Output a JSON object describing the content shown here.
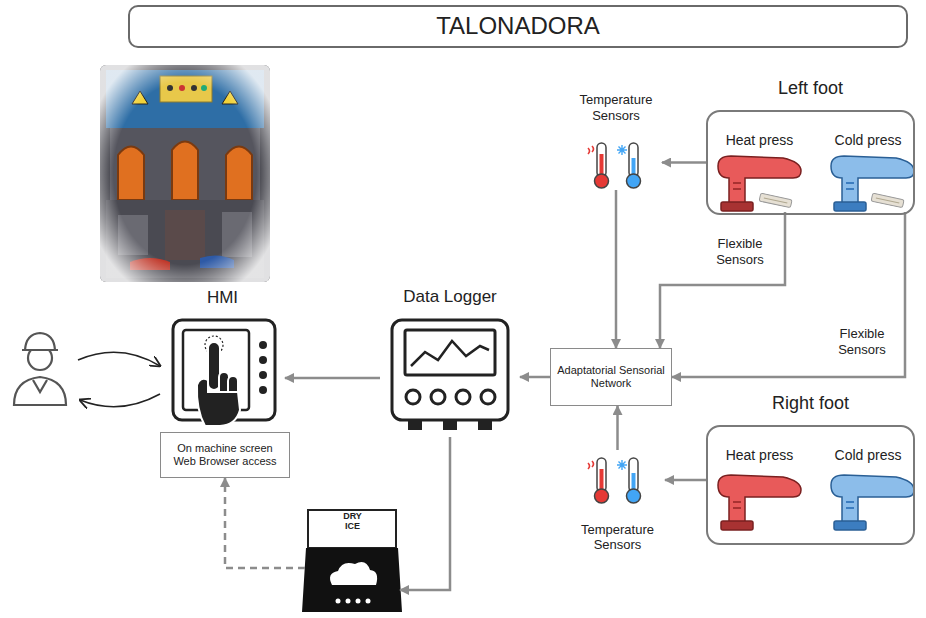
{
  "diagram": {
    "title": "TALONADORA",
    "nodes": [
      {
        "text": [
          "Left foot"
        ]
      },
      {
        "text": [
          "Heat press"
        ],
        "in": 0
      },
      {
        "text": [
          "Cold press"
        ],
        "in": 0
      },
      {
        "text": [
          "Temperature Sensors"
        ]
      },
      {
        "text": [
          "Adaptatorial Sensorial Network"
        ]
      },
      {
        "text": [
          "Data Logger"
        ]
      },
      {
        "text": [
          "HMI"
        ]
      },
      {
        "text": [
          "On machine screen Web Browser access"
        ]
      },
      {
        "text": [
          "DRY ICE"
        ]
      },
      {
        "text": [
          "Right foot"
        ]
      },
      {
        "text": [
          "Heat press"
        ],
        "in": 9
      },
      {
        "text": [
          "Cold press"
        ],
        "in": 9
      },
      {
        "text": [
          "Temperature Sensors"
        ]
      }
    ],
    "edges": [
      {
        "from": 0,
        "to": 3,
        "arrow": "to"
      },
      {
        "from": 3,
        "to": 4,
        "arrow": "to"
      },
      {
        "from": 1,
        "to": 4,
        "label": "Flexible Sensors",
        "arrow": "to"
      },
      {
        "from": 2,
        "to": 4,
        "label": "Flexible Sensors",
        "arrow": "to"
      },
      {
        "from": 9,
        "to": 12,
        "arrow": "to"
      },
      {
        "from": 12,
        "to": 4,
        "arrow": "to"
      },
      {
        "from": 4,
        "to": 5,
        "arrow": "to"
      },
      {
        "from": 5,
        "to": 6,
        "arrow": "to"
      },
      {
        "from": 5,
        "to": 8,
        "arrow": "to"
      },
      {
        "from": 8,
        "to": 7,
        "arrow": "to"
      }
    ]
  }
}
